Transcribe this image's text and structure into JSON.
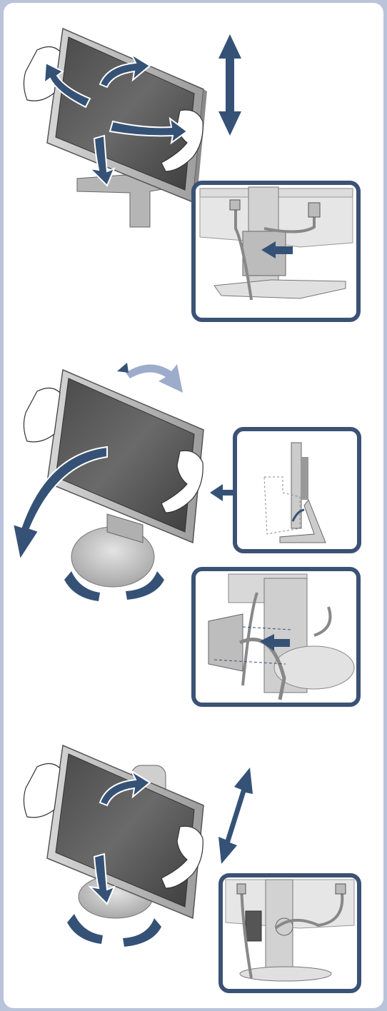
{
  "document": {
    "type": "monitor setup illustration sheet",
    "text_content": []
  },
  "colors": {
    "page_background": "#b9c3da",
    "panel_background": "#ffffff",
    "arrow": "#355276",
    "arrow_light": "#9eaccb",
    "inset_border": "#3b5274",
    "monitor_frame": "#c8c8c8",
    "screen": "#5a5a5a",
    "stand": "#bdbdbd"
  },
  "sections": [
    {
      "id": "height-adjust",
      "illustrations": [
        "monitor-tilt-swivel",
        "vertical-height-arrow"
      ],
      "inset": "cable-holder-detail-1"
    },
    {
      "id": "tilt-rotate",
      "illustrations": [
        "monitor-rotate",
        "curved-rotate-arrow",
        "swivel-arrows"
      ],
      "insets": [
        "side-view-detail",
        "cable-cover-detail"
      ]
    },
    {
      "id": "height-swivel",
      "illustrations": [
        "monitor-height-swivel",
        "diagonal-height-arrow",
        "swivel-arrows"
      ],
      "inset": "cable-holder-detail-2"
    }
  ]
}
